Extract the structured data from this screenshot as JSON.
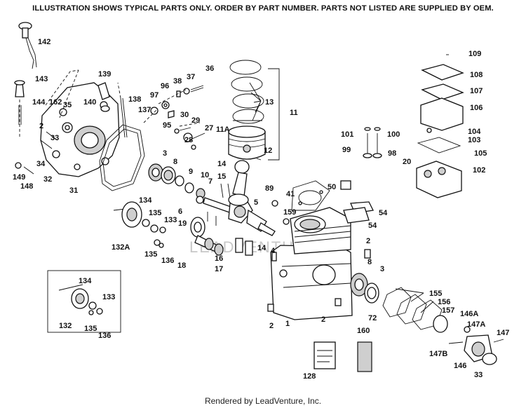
{
  "header_note": "ILLUSTRATION SHOWS TYPICAL PARTS ONLY. ORDER BY PART NUMBER. PARTS NOT LISTED ARE SUPPLIED BY OEM.",
  "footer": "Rendered by LeadVenture, Inc.",
  "watermark": "LEADVENTURE",
  "callouts": {
    "c142": "142",
    "c143": "143",
    "c144": "144",
    "c162": "162",
    "c35": "35",
    "c139": "139",
    "c140": "140",
    "c138": "138",
    "c137": "137",
    "c97": "97",
    "c96": "96",
    "c95": "95",
    "c38": "38",
    "c37": "37",
    "c36": "36",
    "c30": "30",
    "c29": "29",
    "c27": "27",
    "c28": "28",
    "c2a": "2",
    "c33a": "33",
    "c34": "34",
    "c32": "32",
    "c149": "149",
    "c148": "148",
    "c31": "31",
    "c3a": "3",
    "c8a": "8",
    "c9": "9",
    "c10": "10",
    "c7": "7",
    "c6": "6",
    "c14a": "14",
    "c15": "15",
    "c13": "13",
    "c11a": "11A",
    "c11": "11",
    "c12": "12",
    "c5": "5",
    "c89": "89",
    "c159": "159",
    "c134a": "134",
    "c135a": "135",
    "c133a": "133",
    "c132a": "132A",
    "c135b": "135",
    "c136a": "136",
    "c19": "19",
    "c18": "18",
    "c16": "16",
    "c17": "17",
    "c14b": "14",
    "c41": "41",
    "c50": "50",
    "c54a": "54",
    "c54b": "54",
    "c101": "101",
    "c100": "100",
    "c99": "99",
    "c98": "98",
    "c109": "109",
    "c108": "108",
    "c107": "107",
    "c106": "106",
    "c104": "104",
    "c103": "103",
    "c105": "105",
    "c20": "20",
    "c102": "102",
    "c2b": "2",
    "c4": "4",
    "c8b": "8",
    "c3b": "3",
    "c2c": "2",
    "c1": "1",
    "c2d": "2",
    "c72": "72",
    "c155": "155",
    "c156": "156",
    "c157": "157",
    "c146a": "146A",
    "c147a": "147A",
    "c147": "147",
    "c147b": "147B",
    "c146": "146",
    "c33b": "33",
    "c160": "160",
    "c128": "128",
    "c134b": "134",
    "c133b": "133",
    "c132": "132",
    "c135c": "135",
    "c136b": "136"
  }
}
